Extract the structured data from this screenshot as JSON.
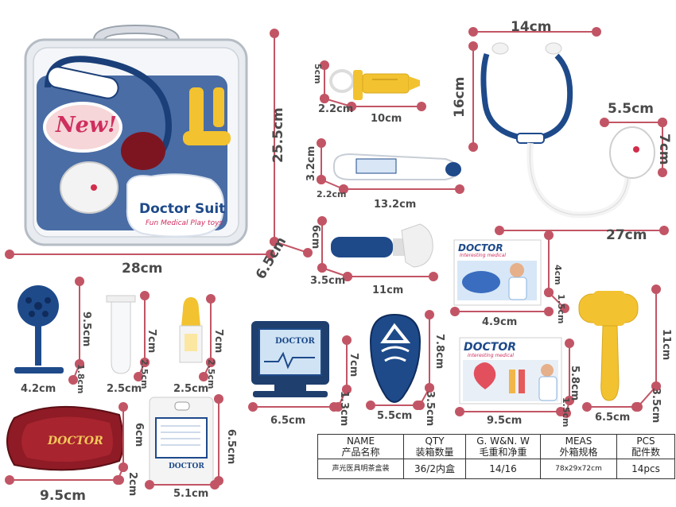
{
  "case": {
    "badge": "New!",
    "brand": "Doctor Suit",
    "tagline": "Fun Medical Play toys",
    "width": "28cm",
    "height": "25.5cm",
    "depth": "6.5cm"
  },
  "stethoscope": {
    "width": "14cm",
    "height": "16cm",
    "length": "27cm",
    "chest_w": "5.5cm",
    "chest_h": "7cm"
  },
  "syringe": {
    "height": "5cm",
    "depth": "2.2cm",
    "length": "10cm"
  },
  "thermometer": {
    "height": "3.2cm",
    "depth": "2.2cm",
    "length": "13.2cm"
  },
  "otoscope": {
    "height": "6cm",
    "depth": "3.5cm",
    "length": "11cm"
  },
  "card_small": {
    "title": "DOCTOR",
    "subtitle": "Interesting medical",
    "height": "4cm",
    "depth": "1.5cm",
    "width": "4.9cm"
  },
  "head_mirror": {
    "height": "9.5cm",
    "depth": "1.8cm",
    "width": "4.2cm"
  },
  "test_tube": {
    "height": "7cm",
    "depth": "2.5cm",
    "width": "2.5cm"
  },
  "dropper": {
    "height": "7cm",
    "depth": "2.5cm",
    "width": "2.5cm"
  },
  "monitor": {
    "label": "DOCTOR",
    "height": "7cm",
    "depth": "1.3cm",
    "width": "6.5cm"
  },
  "chestpiece": {
    "height": "7.8cm",
    "depth": "3.5cm",
    "width": "5.5cm"
  },
  "card_large": {
    "title": "DOCTOR",
    "subtitle": "Interesting medical",
    "height": "5.8cm",
    "depth": "1.5cm",
    "width": "9.5cm"
  },
  "hammer": {
    "height": "11cm",
    "depth": "3.5cm",
    "width": "6.5cm"
  },
  "tray": {
    "label": "DOCTOR",
    "height": "6cm",
    "depth": "2cm",
    "width": "9.5cm"
  },
  "id_card": {
    "label": "DOCTOR",
    "height": "6.5cm",
    "width": "5.1cm"
  },
  "spec_table": {
    "headers_en": [
      "NAME",
      "QTY",
      "G. W&N. W",
      "MEAS",
      "PCS"
    ],
    "headers_cn": [
      "产品名称",
      "装箱数量",
      "毛重和净重",
      "外箱规格",
      "配件数"
    ],
    "row": [
      "声光医具明茶盒装",
      "36/2内盒",
      "14/16",
      "78x29x72cm",
      "14pcs"
    ]
  },
  "colors": {
    "navy": "#1e4a8a",
    "yellow": "#f2c230",
    "red": "#8e1b25",
    "dim_line": "#c25565",
    "dim_text": "#4a4a4a"
  }
}
